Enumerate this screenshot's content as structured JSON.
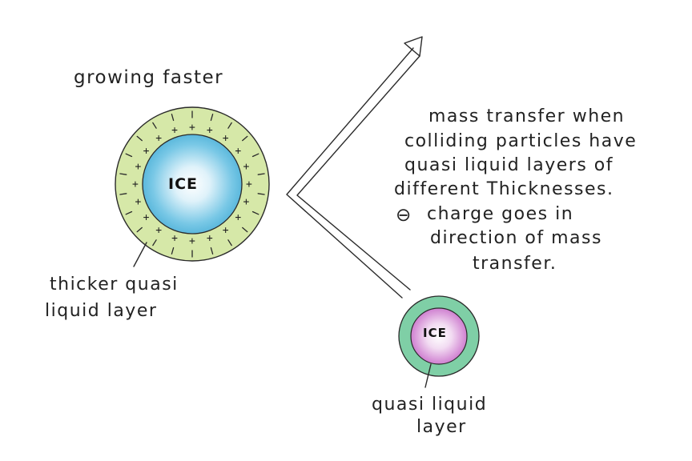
{
  "big_particle": {
    "title": "growing faster",
    "core_label": "ICE",
    "layer_label_lines": [
      "thicker quasi",
      "liquid layer"
    ]
  },
  "small_particle": {
    "core_label": "ICE",
    "layer_label_lines": [
      "quasi liquid",
      "layer"
    ]
  },
  "explanation": {
    "lines": [
      "mass transfer when",
      "colliding particles have",
      "quasi liquid layers of",
      "different Thicknesses.",
      "charge goes in",
      "direction of mass",
      "transfer."
    ],
    "charge_symbol": "⊖"
  },
  "colors": {
    "big_layer": "#d6e8a8",
    "big_ice": "#6cc3e4",
    "small_layer": "#7fcfa6",
    "small_ice": "#d98fd8"
  }
}
